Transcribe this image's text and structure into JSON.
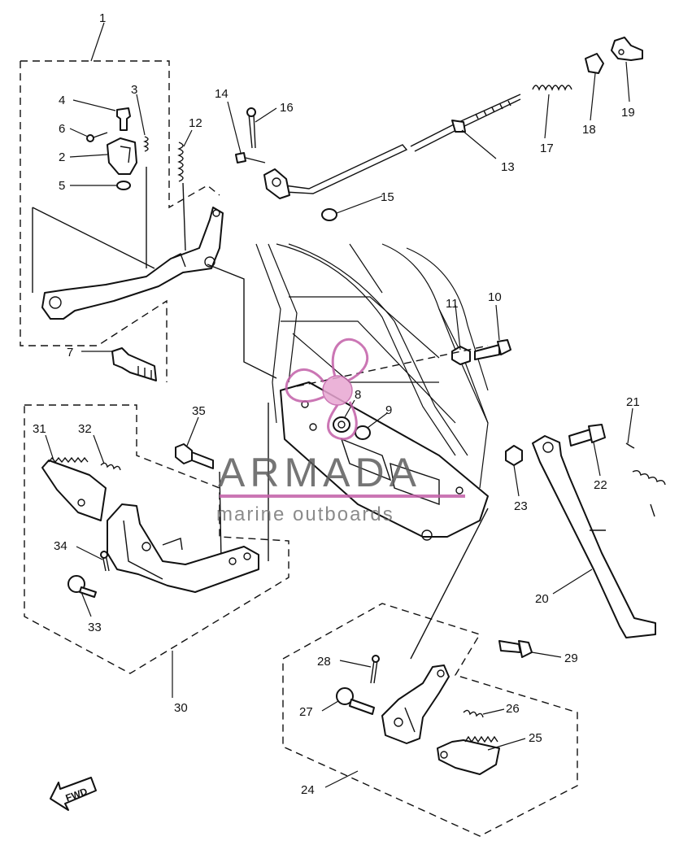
{
  "callouts": [
    "1",
    "2",
    "3",
    "4",
    "5",
    "6",
    "7",
    "8",
    "9",
    "10",
    "11",
    "12",
    "13",
    "14",
    "15",
    "16",
    "17",
    "18",
    "19",
    "20",
    "21",
    "22",
    "23",
    "24",
    "25",
    "26",
    "27",
    "28",
    "29",
    "30",
    "31",
    "32",
    "33",
    "34",
    "35"
  ],
  "watermark": {
    "name": "ARMADA",
    "tagline": "marine outboards",
    "accent_color": "#e8a6d2",
    "line_color": "#c25fa8"
  },
  "direction_arrow": {
    "label": "FWD",
    "icon": "fwd-arrow-icon"
  }
}
